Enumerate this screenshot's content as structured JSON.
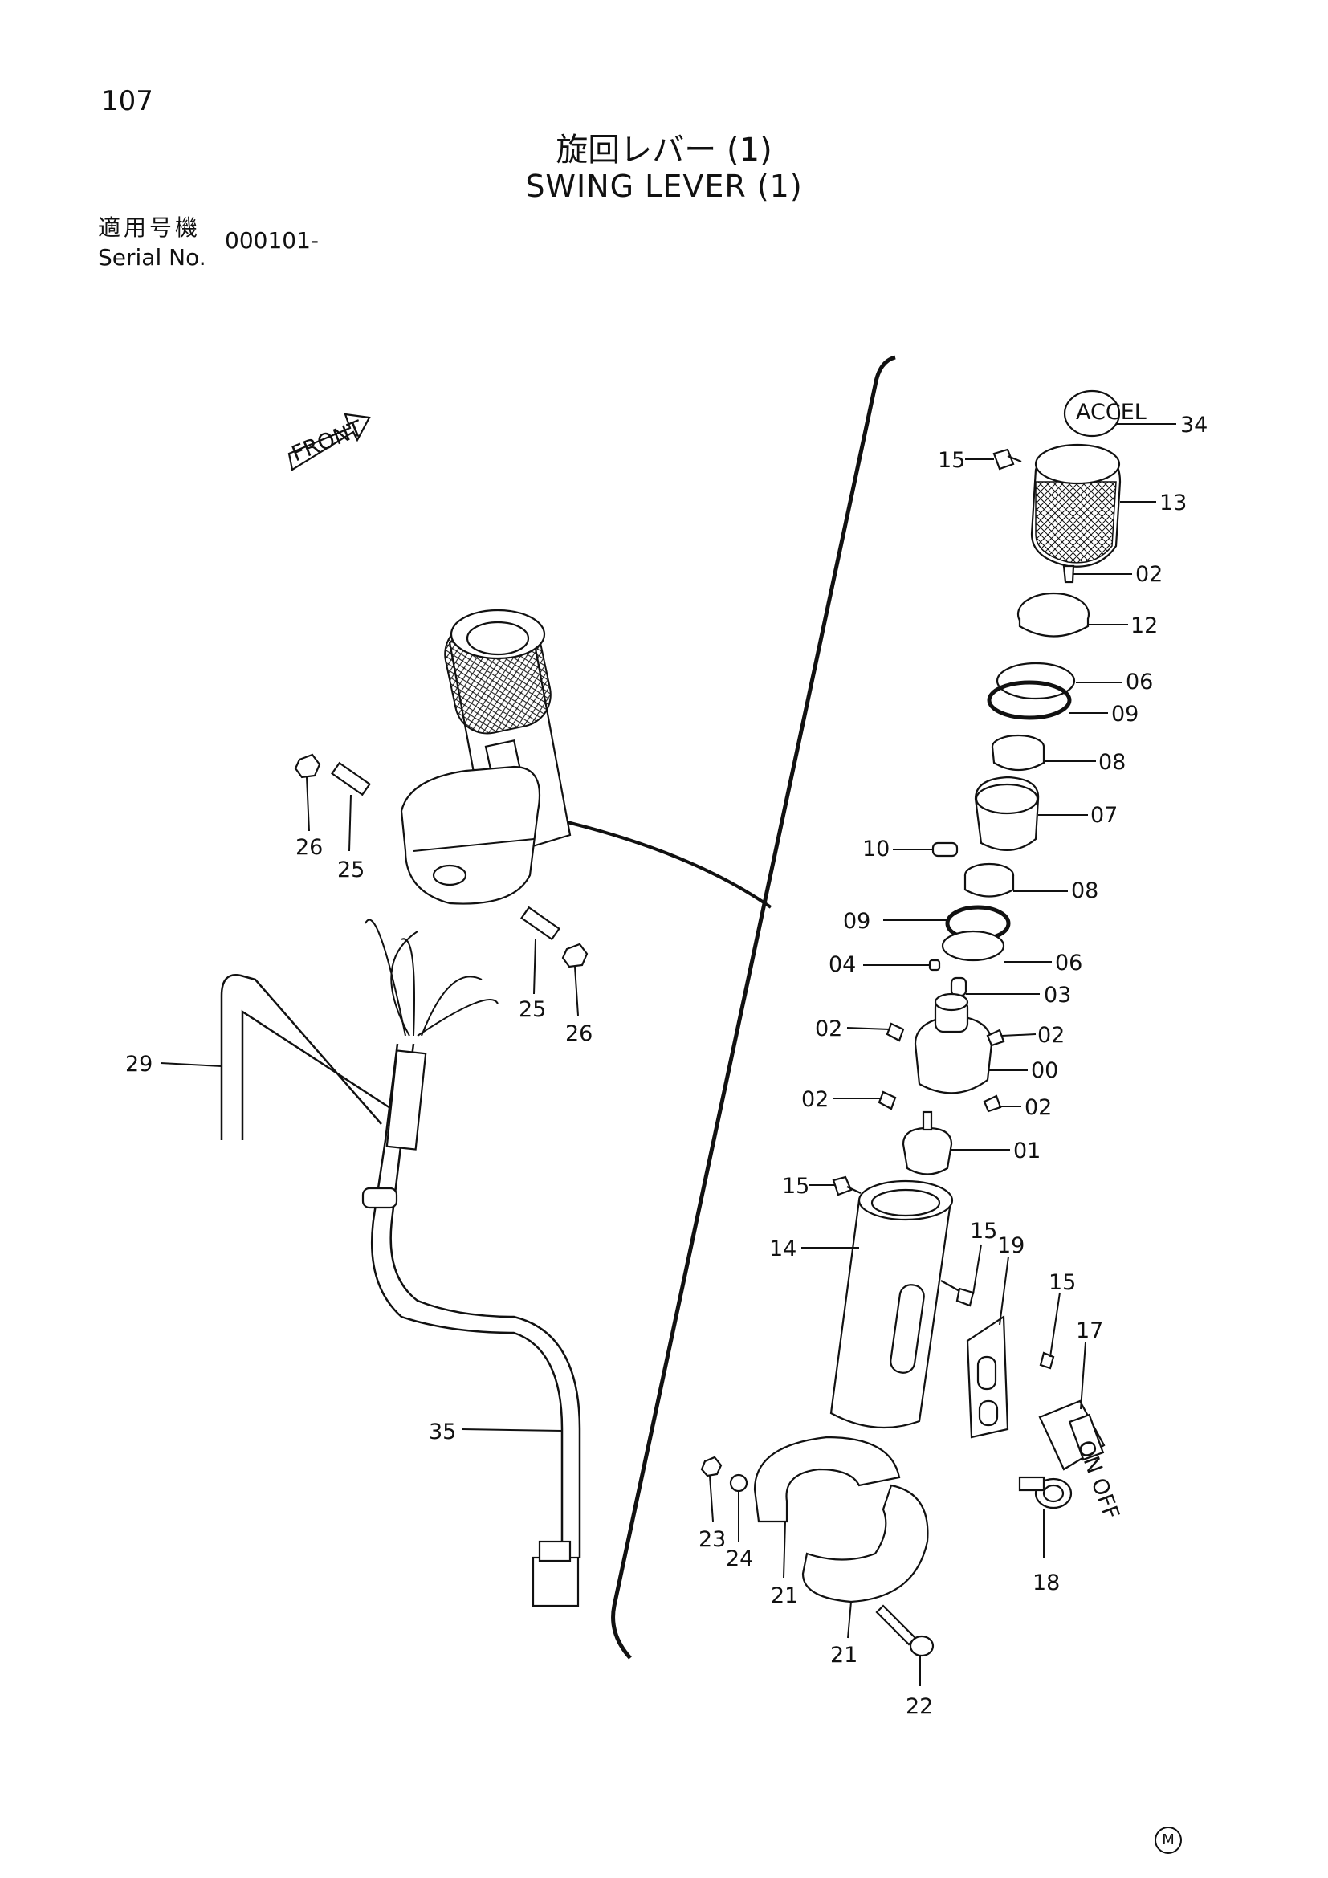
{
  "header": {
    "page_number": "107",
    "title_ja": "旋回レバー (1)",
    "title_en": "SWING LEVER (1)",
    "serial_label_ja": "適用号機",
    "serial_label_en": "Serial No.",
    "serial_value": "000101-"
  },
  "diagram": {
    "front_label": "FRONT",
    "accel_cap_text": "ACCEL",
    "switch_text": "ON OFF",
    "callouts": [
      "34",
      "15",
      "13",
      "02",
      "12",
      "06",
      "09",
      "08",
      "07",
      "10",
      "08",
      "09",
      "04",
      "06",
      "03",
      "02",
      "02",
      "00",
      "02",
      "02",
      "01",
      "15",
      "14",
      "15",
      "19",
      "15",
      "17",
      "18",
      "23",
      "24",
      "21",
      "21",
      "22",
      "26",
      "25",
      "25",
      "26",
      "29",
      "35"
    ]
  },
  "footer": {
    "revision_mark": "M"
  },
  "colors": {
    "ink": "#111111",
    "paper": "#ffffff"
  }
}
